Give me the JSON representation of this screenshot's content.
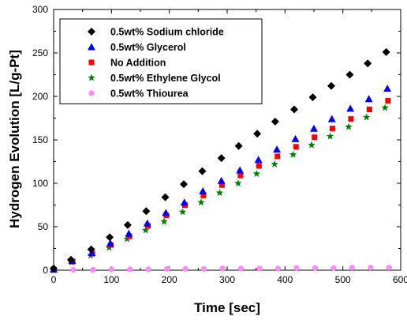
{
  "chart_data": {
    "type": "scatter",
    "title": "",
    "xlabel": "Time [sec]",
    "ylabel": "Hydrogen Evolution [L/g-Pt]",
    "xlim": [
      0,
      600
    ],
    "ylim": [
      0,
      300
    ],
    "xticks": [
      0,
      100,
      200,
      300,
      400,
      500,
      600
    ],
    "yticks": [
      0,
      50,
      100,
      150,
      200,
      250,
      300
    ],
    "grid": false,
    "legend_position": "top-left",
    "series": [
      {
        "name": "0.5wt% Sodium chloride",
        "marker": "diamond",
        "color": "#000000",
        "x": [
          0,
          30,
          65,
          97,
          128,
          160,
          193,
          225,
          257,
          290,
          320,
          352,
          383,
          416,
          448,
          480,
          512,
          543,
          575
        ],
        "y": [
          2,
          12,
          24,
          38,
          52,
          68,
          84,
          99,
          114,
          129,
          143,
          157,
          171,
          185,
          199,
          212,
          225,
          238,
          251
        ]
      },
      {
        "name": "0.5wt% Glycerol",
        "marker": "triangle",
        "color": "#0000ff",
        "x": [
          0,
          32,
          66,
          98,
          130,
          162,
          194,
          226,
          258,
          290,
          322,
          354,
          386,
          418,
          450,
          481,
          513,
          545,
          577
        ],
        "y": [
          1,
          11,
          20,
          31,
          42,
          54,
          66,
          78,
          91,
          103,
          115,
          127,
          139,
          151,
          163,
          174,
          186,
          197,
          209
        ]
      },
      {
        "name": "No Addition",
        "marker": "square",
        "color": "#ff0000",
        "x": [
          0,
          33,
          67,
          99,
          131,
          163,
          195,
          227,
          259,
          291,
          323,
          355,
          387,
          419,
          451,
          482,
          514,
          546,
          578
        ],
        "y": [
          1,
          10,
          19,
          29,
          39,
          51,
          63,
          75,
          86,
          98,
          109,
          120,
          131,
          142,
          153,
          163,
          174,
          185,
          195
        ]
      },
      {
        "name": "0.5wt% Ethylene Glycol",
        "marker": "star",
        "color": "#008000",
        "x": [
          0,
          31,
          64,
          96,
          127,
          159,
          191,
          223,
          255,
          287,
          319,
          351,
          382,
          414,
          446,
          478,
          510,
          541,
          573
        ],
        "y": [
          0,
          9,
          17,
          26,
          36,
          46,
          56,
          67,
          78,
          89,
          100,
          111,
          122,
          133,
          144,
          154,
          165,
          176,
          187
        ]
      },
      {
        "name": "0.5wt% Thiourea",
        "marker": "circle",
        "color": "#ff88ff",
        "x": [
          0,
          34,
          68,
          100,
          132,
          164,
          196,
          228,
          260,
          292,
          324,
          356,
          388,
          420,
          452,
          484,
          516,
          548,
          580
        ],
        "y": [
          0,
          0.5,
          0.5,
          1,
          1,
          1,
          1.5,
          1.5,
          1.5,
          2,
          2,
          2,
          2,
          2.5,
          2.5,
          2.5,
          3,
          3,
          3
        ]
      }
    ]
  }
}
